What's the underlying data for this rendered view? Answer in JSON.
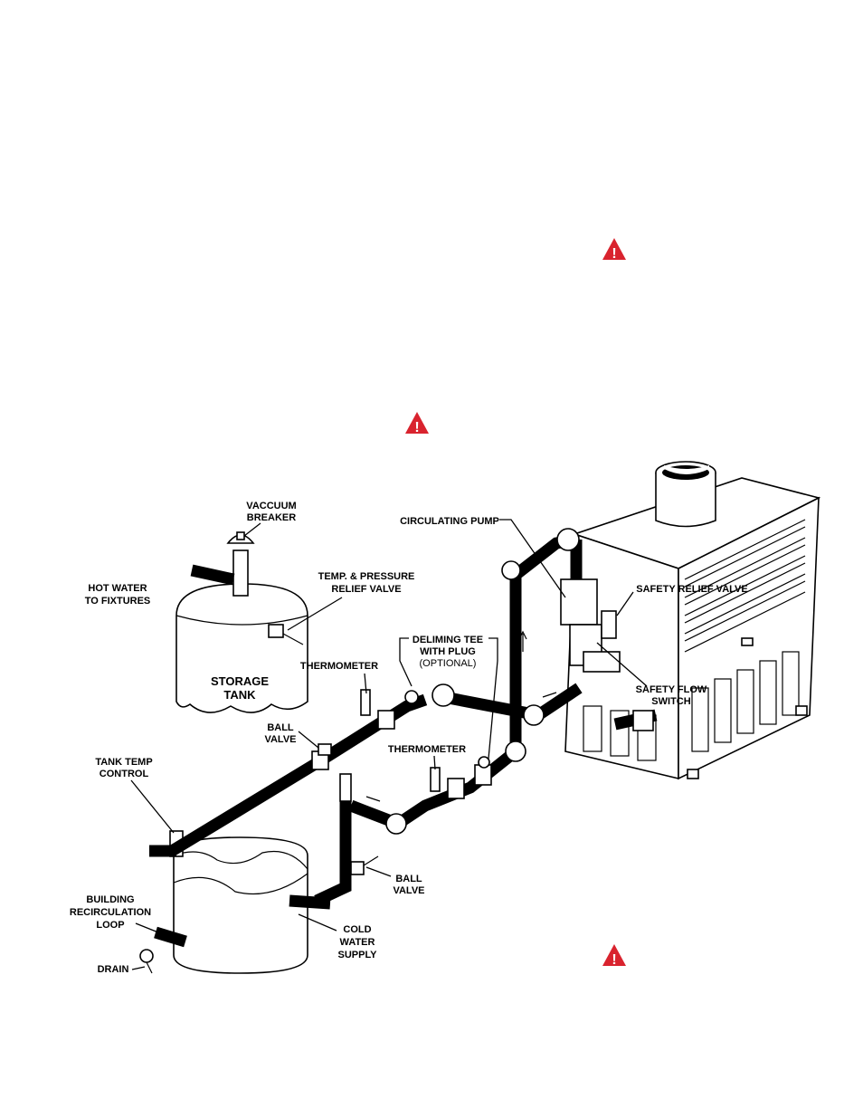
{
  "warnings": [
    {
      "symbol": "!",
      "color": "#d9232e"
    },
    {
      "symbol": "!",
      "color": "#d9232e"
    },
    {
      "symbol": "!",
      "color": "#d9232e"
    }
  ],
  "labels": {
    "vacuum_breaker": [
      "VACCUUM",
      "BREAKER"
    ],
    "hot_water": [
      "HOT WATER",
      "TO FIXTURES"
    ],
    "tp_relief": [
      "TEMP. & PRESSURE",
      "RELIEF VALVE"
    ],
    "storage_tank": [
      "STORAGE",
      "TANK"
    ],
    "thermometer_1": "THERMOMETER",
    "ball_valve_1": [
      "BALL",
      "VALVE"
    ],
    "tank_temp_control": [
      "TANK TEMP",
      "CONTROL"
    ],
    "building_loop": [
      "BUILDING",
      "RECIRCULATION",
      "LOOP"
    ],
    "drain": "DRAIN",
    "cold_water": [
      "COLD",
      "WATER",
      "SUPPLY"
    ],
    "ball_valve_2": [
      "BALL",
      "VALVE"
    ],
    "thermometer_2": "THERMOMETER",
    "deliming_tee": [
      "DELIMING TEE",
      "WITH PLUG",
      "(OPTIONAL)"
    ],
    "circulating_pump": "CIRCULATING PUMP",
    "safety_relief_valve": "SAFETY RELIEF VALVE",
    "safety_flow_switch": [
      "SAFETY FLOW",
      "SWITCH"
    ]
  }
}
